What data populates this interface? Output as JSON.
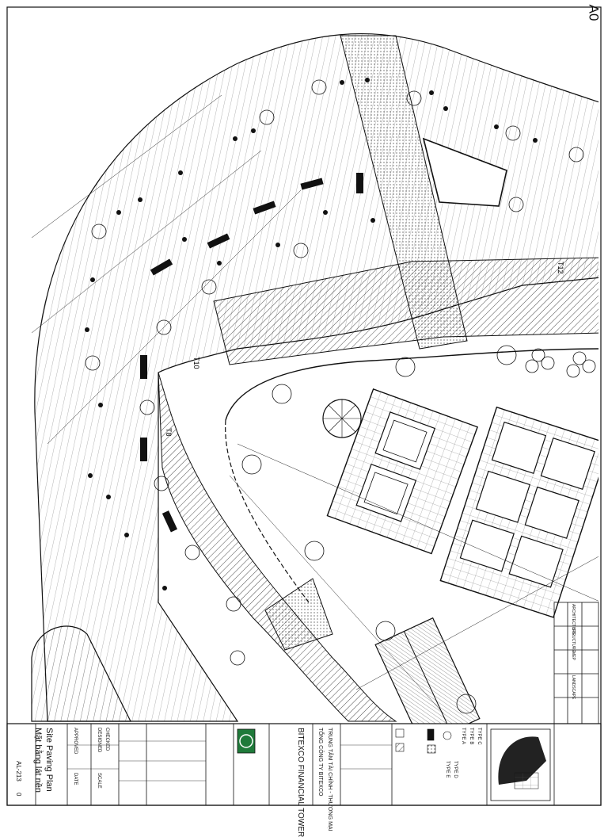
{
  "sheet": {
    "size_code": "A0",
    "drawing_title_en": "Site Paving Plan",
    "drawing_title_vi": "Mặt bằng lát nền",
    "drawing_number": "AL-213",
    "revision": "0"
  },
  "project": {
    "name": "BITEXCO FINANCIAL TOWER",
    "name_vi": "TRUNG TÂM TÀI CHÍNH - THƯƠNG MẠI",
    "client_vi": "TỔNG CÔNG TY BITEXCO"
  },
  "legend": {
    "items": [
      "TYPE A",
      "TYPE B",
      "TYPE C",
      "TYPE D",
      "TYPE E"
    ]
  },
  "title_block": {
    "labels": [
      "DESIGNED",
      "CHECKED",
      "APPROVED",
      "DATE",
      "SCALE"
    ],
    "cover_rows": [
      "ARCHITECTURE",
      "STRUCTURE",
      "MEP",
      "LANDSCAPE"
    ]
  },
  "plan": {
    "labels": [
      "T12",
      "T8",
      "T10"
    ]
  },
  "colors": {
    "line": "#1a1a1a",
    "paper": "#ffffff",
    "logo_green": "#1f7a3a"
  }
}
